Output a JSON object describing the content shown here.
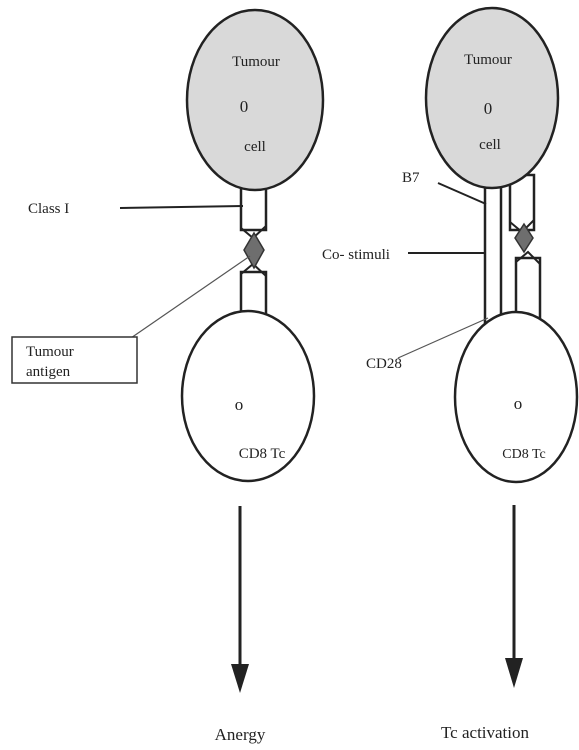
{
  "left_panel": {
    "tumour_cell_line1": "Tumour",
    "tumour_cell_line2": "cell",
    "mhc_label": "Class I",
    "antigen_box_line1": "Tumour",
    "antigen_box_line2": "antigen",
    "t_cell_label": "CD8 Tc",
    "outcome_label": "Anergy"
  },
  "right_panel": {
    "tumour_cell_line1": "Tumour",
    "tumour_cell_line2": "cell",
    "b7_label": "B7",
    "costim_label": "Co- stimuli",
    "cd28_label": "CD28",
    "t_cell_label": "CD8 Tc",
    "outcome_label": "Tc activation"
  },
  "nucleus_glyph": "0",
  "tc_nucleus_glyph": "o",
  "colors": {
    "tumour_fill": "#d9d9d9",
    "antigen_fill": "#6e6e6e",
    "outline": "#222222"
  }
}
